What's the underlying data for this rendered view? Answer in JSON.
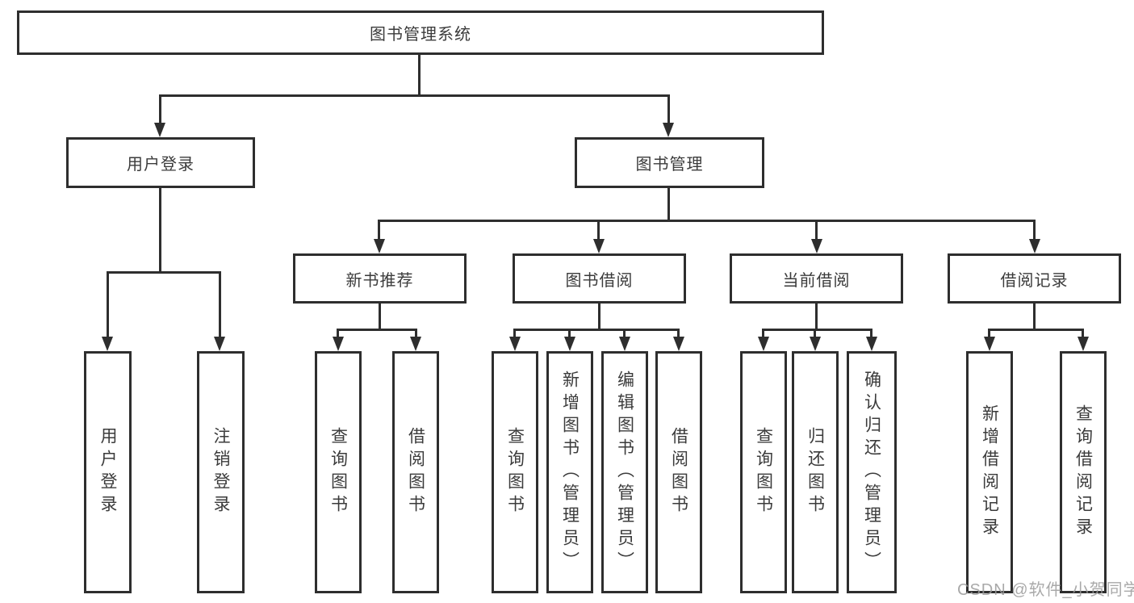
{
  "diagram": {
    "root": {
      "label": "图书管理系统",
      "children": [
        {
          "label": "用户登录",
          "children": [
            {
              "label": "用户登录"
            },
            {
              "label": "注销登录"
            }
          ]
        },
        {
          "label": "图书管理",
          "children": [
            {
              "label": "新书推荐",
              "children": [
                {
                  "label": "查询图书"
                },
                {
                  "label": "借阅图书"
                }
              ]
            },
            {
              "label": "图书借阅",
              "children": [
                {
                  "label": "查询图书"
                },
                {
                  "label": "新增图书（管理员）"
                },
                {
                  "label": "编辑图书（管理员）"
                },
                {
                  "label": "借阅图书"
                }
              ]
            },
            {
              "label": "当前借阅",
              "children": [
                {
                  "label": "查询图书"
                },
                {
                  "label": "归还图书"
                },
                {
                  "label": "确认归还（管理员）"
                }
              ]
            },
            {
              "label": "借阅记录",
              "children": [
                {
                  "label": "新增借阅记录"
                },
                {
                  "label": "查询借阅记录"
                }
              ]
            }
          ]
        }
      ]
    }
  },
  "watermark": {
    "text": "CSDN @软件_小贺同学"
  },
  "colors": {
    "line": "#2e2e2e",
    "text": "#3b3b3b",
    "watermark": "#9b9b9b",
    "background": "#ffffff"
  }
}
